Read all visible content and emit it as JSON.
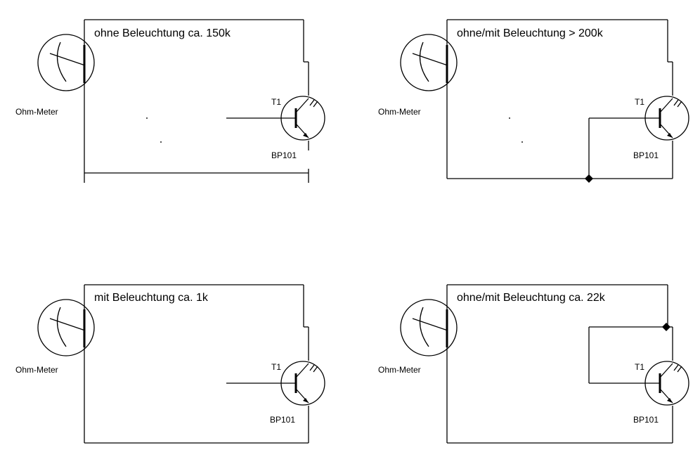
{
  "panels": [
    {
      "caption": "ohne Beleuchtung ca. 150k",
      "meter_label": "Ohm-Meter",
      "transistor_name": "T1",
      "transistor_type": "BP101"
    },
    {
      "caption": "ohne/mit Beleuchtung > 200k",
      "meter_label": "Ohm-Meter",
      "transistor_name": "T1",
      "transistor_type": "BP101"
    },
    {
      "caption": "mit Beleuchtung ca. 1k",
      "meter_label": "Ohm-Meter",
      "transistor_name": "T1",
      "transistor_type": "BP101"
    },
    {
      "caption": "ohne/mit Beleuchtung ca. 22k",
      "meter_label": "Ohm-Meter",
      "transistor_name": "T1",
      "transistor_type": "BP101"
    }
  ]
}
